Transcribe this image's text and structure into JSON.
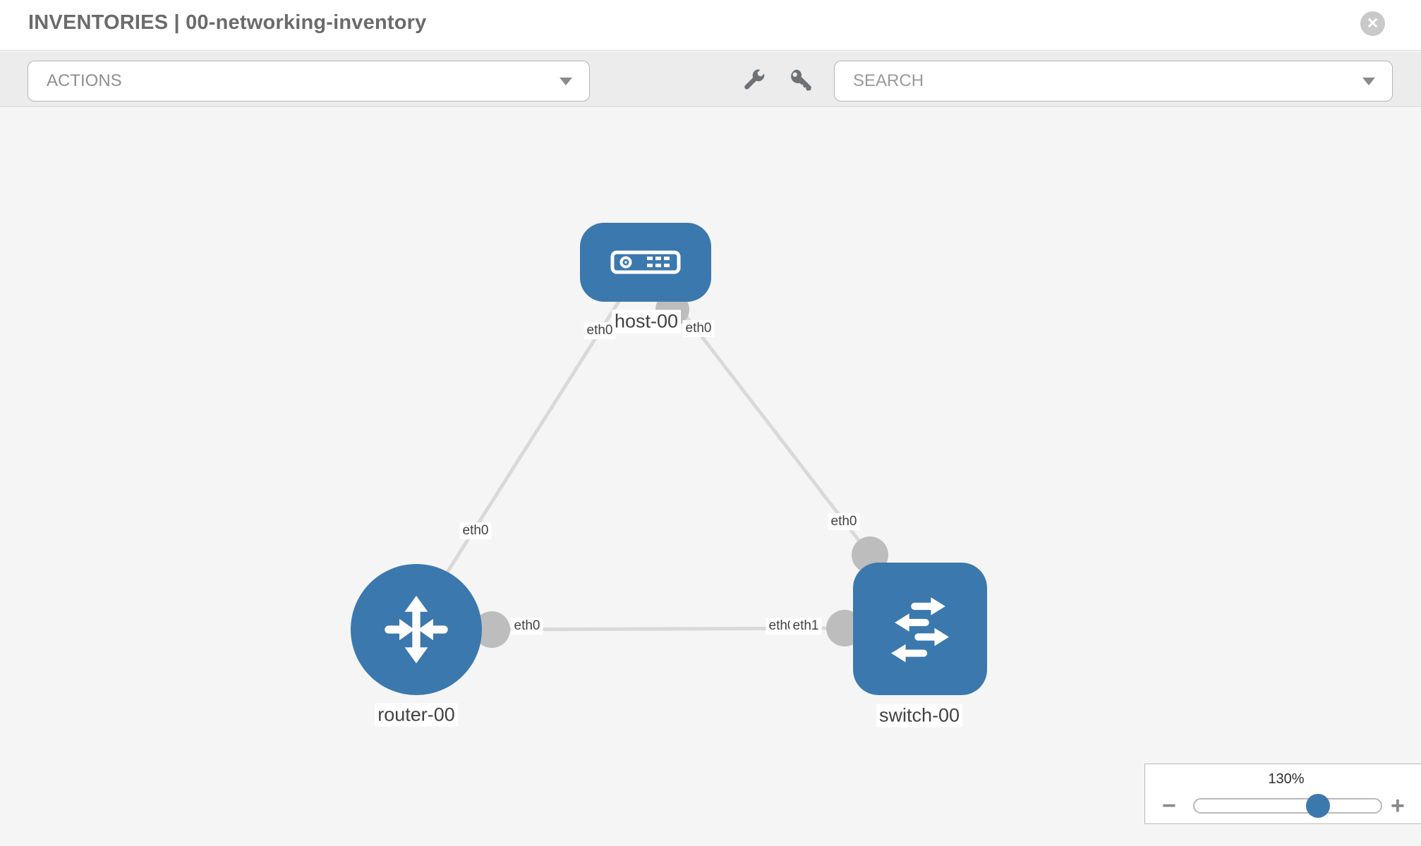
{
  "header": {
    "title": "INVENTORIES | 00-networking-inventory",
    "close_glyph": "✕"
  },
  "toolbar": {
    "actions_label": "ACTIONS",
    "search_placeholder": "SEARCH"
  },
  "topology": {
    "nodes": [
      {
        "id": "host-00",
        "type": "host",
        "label": "host-00"
      },
      {
        "id": "router-00",
        "type": "router",
        "label": "router-00"
      },
      {
        "id": "switch-00",
        "type": "switch",
        "label": "switch-00"
      }
    ],
    "links": [
      {
        "from": "host-00",
        "from_iface": "eth0",
        "to": "router-00",
        "to_iface": "eth0"
      },
      {
        "from": "host-00",
        "from_iface": "eth0",
        "to": "switch-00",
        "to_iface": "eth0"
      },
      {
        "from": "router-00",
        "from_iface": "eth0",
        "to": "switch-00",
        "to_iface": "eth1",
        "to_iface_overlapped": "eth0"
      }
    ]
  },
  "zoom_control": {
    "value": "130%",
    "minus_glyph": "−",
    "plus_glyph": "+"
  },
  "colors": {
    "node_blue": "#3b78ae",
    "link_gray": "#d9d9d9",
    "port_gray": "#bdbdbd",
    "canvas_bg": "#f5f5f5",
    "toolbar_bg": "#ececec"
  }
}
